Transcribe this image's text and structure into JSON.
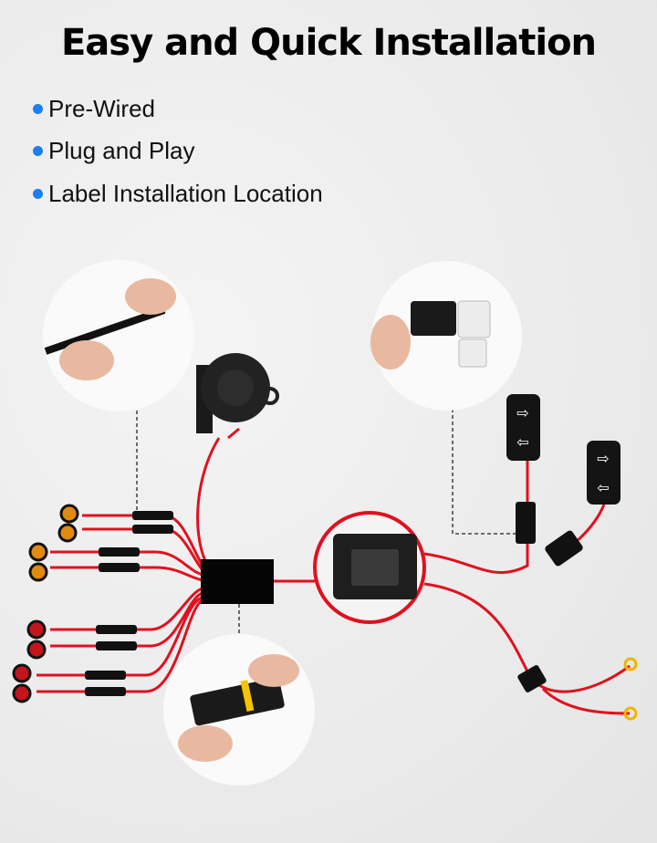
{
  "title": "Easy and Quick Installation",
  "features": [
    "Pre-Wired",
    "Plug and Play",
    "Label Installation Location"
  ],
  "colors": {
    "bullet": "#1a7ff0",
    "wire": "#e0111f",
    "amber_light": "#e08a10",
    "red_light": "#c4141c",
    "terminal": "#f0b400"
  }
}
